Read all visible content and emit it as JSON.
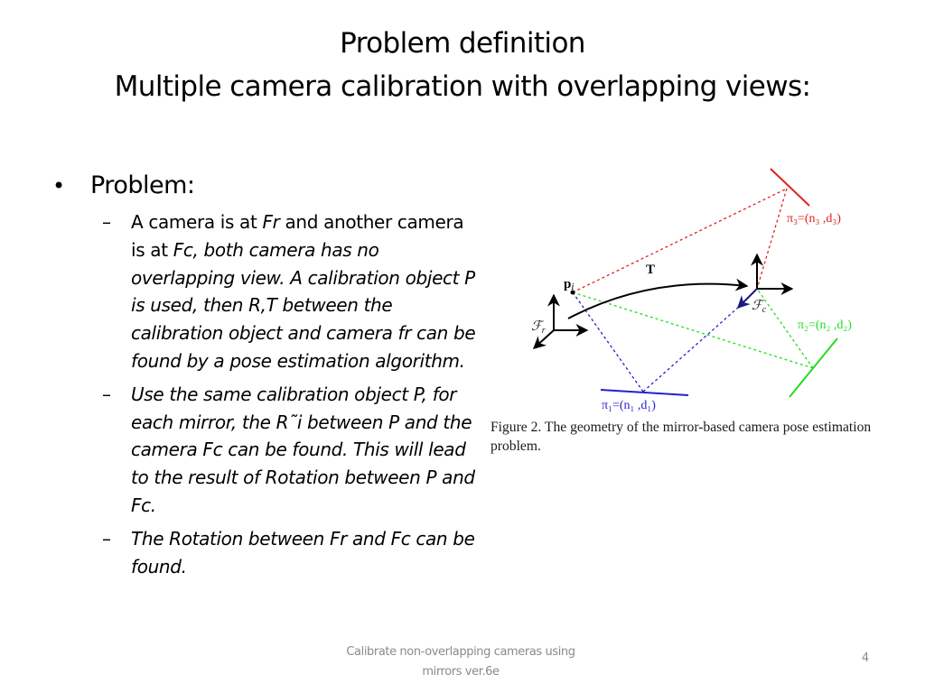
{
  "slide": {
    "title_line1": "Problem definition",
    "title_line2": "Multiple camera calibration with overlapping views:"
  },
  "content": {
    "bullet_marker": "•",
    "dash_marker": "–",
    "heading": "Problem:",
    "items": [
      {
        "part1": "A camera is at ",
        "part2_italic": "Fr",
        "part3": " and another camera is at ",
        "part4_italic": "Fc, both camera has no overlapping view. A calibration object P is used, then R,T between the calibration object and camera fr can be found by a pose estimation algorithm."
      },
      {
        "text_italic": "Use the same calibration object P, for each mirror, the R˜i between P and the camera Fc can be found. This will lead to the result of Rotation between P and Fc."
      },
      {
        "text_italic": "The Rotation between Fr and Fc can be found."
      }
    ]
  },
  "figure": {
    "labels": {
      "point": "p",
      "point_sub": "i",
      "translation": "T",
      "frame_r": "ℱ",
      "frame_r_sub": "r",
      "frame_c": "ℱ",
      "frame_c_sub": "c",
      "mirror1": "π₁=(n₁ ,d₁)",
      "mirror2": "π₂=(n₂ ,d₂)",
      "mirror3": "π₃=(n₃ ,d₃)"
    },
    "colors": {
      "mirror1": "#2222cc",
      "mirror2": "#22dd22",
      "mirror3": "#e02020",
      "axes": "#000000"
    },
    "caption": "Figure 2. The geometry of the mirror-based camera pose estimation problem."
  },
  "footer": {
    "text_line1": "Calibrate non-overlapping cameras using",
    "text_line2": "mirrors ver.6e",
    "page_number": "4"
  }
}
